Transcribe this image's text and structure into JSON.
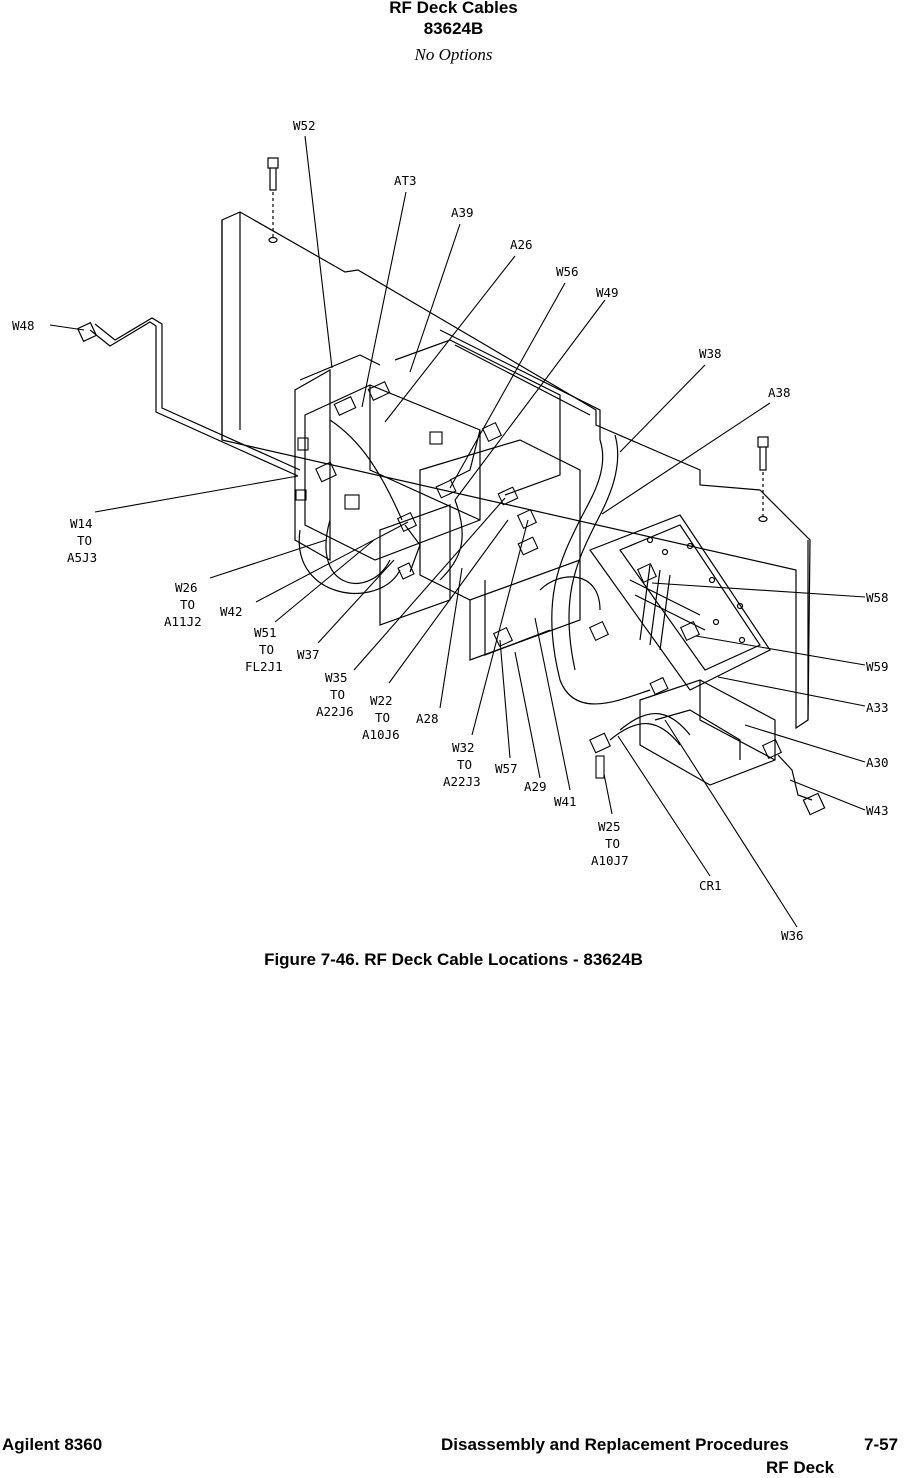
{
  "header": {
    "title": "RF Deck Cables",
    "model": "83624B",
    "options": "No Options"
  },
  "callouts": {
    "w52": "W52",
    "at3": "AT3",
    "a39": "A39",
    "a26": "A26",
    "w56": "W56",
    "w49": "W49",
    "w38": "W38",
    "a38": "A38",
    "w48": "W48",
    "w14": [
      "W14",
      "TO",
      "A5J3"
    ],
    "w26": [
      "W26",
      "TO",
      "A11J2"
    ],
    "w42": "W42",
    "w51": [
      "W51",
      "TO",
      "FL2J1"
    ],
    "w37": "W37",
    "w35": [
      "W35",
      "TO",
      "A22J6"
    ],
    "w22": [
      "W22",
      "TO",
      "A10J6"
    ],
    "a28": "A28",
    "w32": [
      "W32",
      "TO",
      "A22J3"
    ],
    "w57": "W57",
    "a29": "A29",
    "w41": "W41",
    "w25": [
      "W25",
      "TO",
      "A10J7"
    ],
    "cr1": "CR1",
    "w36": "W36",
    "w58": "W58",
    "w59": "W59",
    "a33": "A33",
    "a30": "A30",
    "w43": "W43"
  },
  "caption": "Figure 7-46. RF Deck Cable Locations - 83624B",
  "footer": {
    "left": "Agilent 8360",
    "section": "Disassembly and Replacement Procedures",
    "page": "7-57",
    "subsection": "RF Deck"
  }
}
